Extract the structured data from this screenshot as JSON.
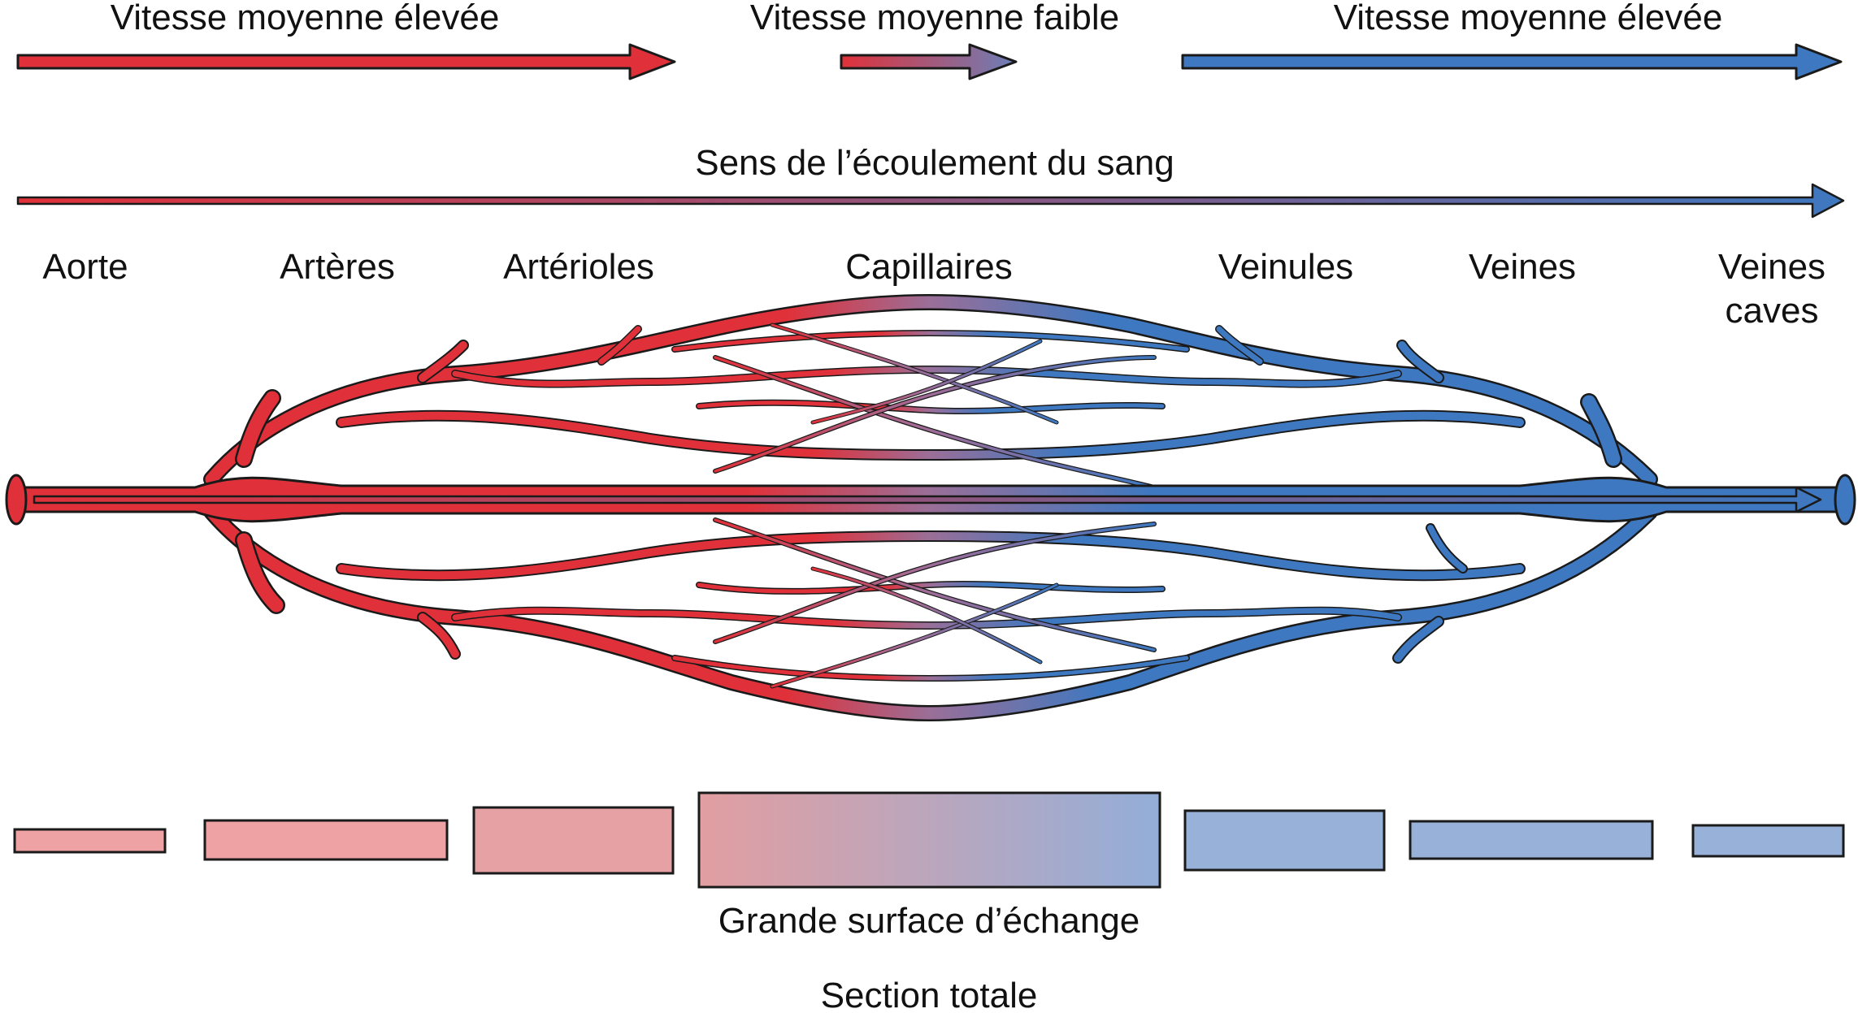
{
  "speed_labels": {
    "left": "Vitesse moyenne élevée",
    "middle": "Vitesse moyenne faible",
    "right": "Vitesse moyenne élevée"
  },
  "flow_direction_label": "Sens de l’écoulement du sang",
  "vessels": {
    "aorta": "Aorte",
    "arteries": "Artères",
    "arterioles": "Artérioles",
    "capillaries": "Capillaires",
    "venules": "Veinules",
    "veins": "Veines",
    "vena_cava_line1": "Veines",
    "vena_cava_line2": "caves"
  },
  "cross_sections": {
    "exchange_label": "Grande surface d’échange",
    "total_label": "Section totale",
    "relative_sizes": {
      "aorta": 0.25,
      "arteries": 0.43,
      "arterioles": 0.7,
      "capillaries": 1.0,
      "venules": 0.62,
      "veins": 0.4,
      "vena_cava": 0.32
    }
  },
  "colors": {
    "arterial": "#e0313a",
    "venous": "#3e78c0",
    "arterial_light": "#eea2a4",
    "venous_light": "#98b1d8",
    "outline": "#1a1a1a"
  }
}
